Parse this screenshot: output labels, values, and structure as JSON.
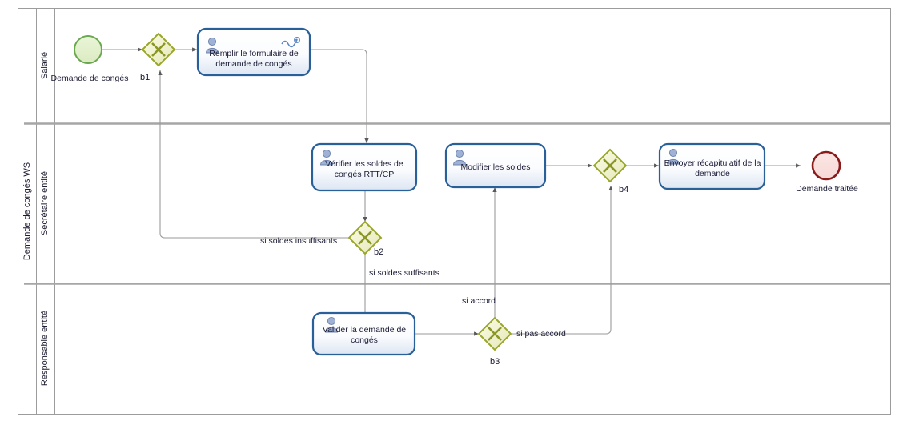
{
  "pool": {
    "title": "Demande de congés WS"
  },
  "lanes": [
    {
      "id": "lane-salarie",
      "label": "Salarié"
    },
    {
      "id": "lane-secretaire",
      "label": "Secrétaire entité"
    },
    {
      "id": "lane-responsable",
      "label": "Responsable entité"
    }
  ],
  "events": {
    "start": {
      "label": "Demande de congés",
      "type": "start-event",
      "color": "#6aa84f"
    },
    "end": {
      "label": "Demande traitée",
      "type": "end-event",
      "color": "#8b1a1a"
    }
  },
  "tasks": [
    {
      "id": "task-remplir",
      "line1": "Remplir le formulaire de",
      "line2": "demande de congés",
      "markers": [
        "user-icon",
        "loop-icon"
      ]
    },
    {
      "id": "task-verifier",
      "line1": "Vérifier les soldes de",
      "line2": "congés RTT/CP",
      "markers": [
        "user-icon"
      ]
    },
    {
      "id": "task-modifier",
      "line1": "Modifier les soldes",
      "line2": "",
      "markers": [
        "user-icon"
      ]
    },
    {
      "id": "task-envoyer",
      "line1": "Envoyer récapitulatif de la",
      "line2": "demande",
      "markers": [
        "user-icon"
      ]
    },
    {
      "id": "task-valider",
      "line1": "Valider la demande de",
      "line2": "congés",
      "markers": [
        "user-icon"
      ]
    }
  ],
  "gateways": [
    {
      "id": "gw-b1",
      "label": "b1",
      "type": "exclusive"
    },
    {
      "id": "gw-b2",
      "label": "b2",
      "type": "exclusive"
    },
    {
      "id": "gw-b3",
      "label": "b3",
      "type": "exclusive"
    },
    {
      "id": "gw-b4",
      "label": "b4",
      "type": "exclusive"
    }
  ],
  "flow_labels": {
    "insuffisants": "si soldes insuffisants",
    "suffisants": "si soldes suffisants",
    "accord": "si accord",
    "pas_accord": "si pas accord"
  },
  "colors": {
    "task_border": "#2a6099",
    "gateway_border": "#9aa62b",
    "start_border": "#6aa84f",
    "end_border": "#8b1a1a",
    "flow": "#9a9a9a",
    "lane_border": "#9c9c9c"
  }
}
